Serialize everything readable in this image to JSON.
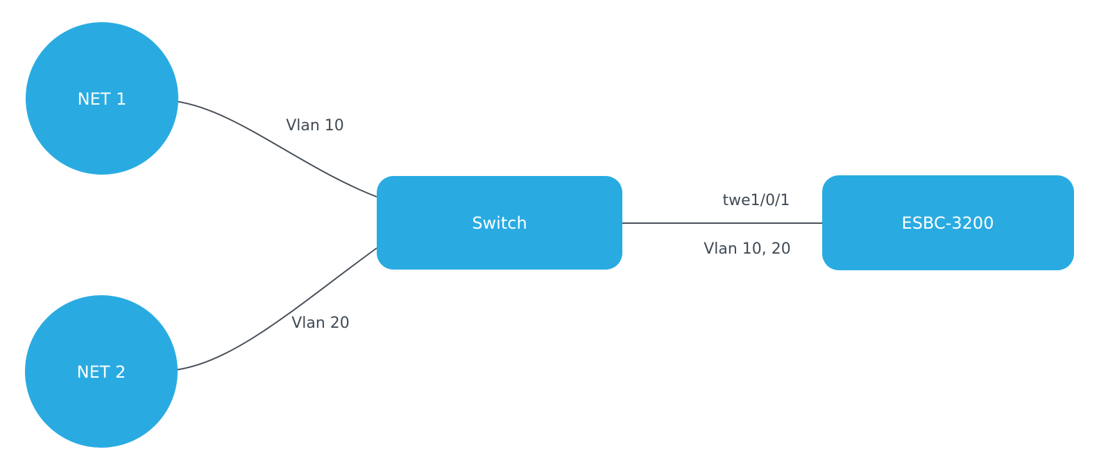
{
  "diagram": {
    "type": "network-topology",
    "colors": {
      "node_fill": "#29abe2",
      "node_text": "#ffffff",
      "edge": "#474f59",
      "edge_label_text": "#3f4a55",
      "background": "#ffffff"
    },
    "nodes": [
      {
        "id": "net1",
        "shape": "circle",
        "label": "NET 1"
      },
      {
        "id": "net2",
        "shape": "circle",
        "label": "NET 2"
      },
      {
        "id": "switch",
        "shape": "rounded-rectangle",
        "label": "Switch"
      },
      {
        "id": "esbc",
        "shape": "rounded-rectangle",
        "label": "ESBC-3200"
      }
    ],
    "edges": [
      {
        "from": "net1",
        "to": "switch",
        "label": "Vlan 10"
      },
      {
        "from": "net2",
        "to": "switch",
        "label": "Vlan 20"
      },
      {
        "from": "switch",
        "to": "esbc",
        "label_top": "twe1/0/1",
        "label_bottom": "Vlan 10, 20"
      }
    ]
  }
}
